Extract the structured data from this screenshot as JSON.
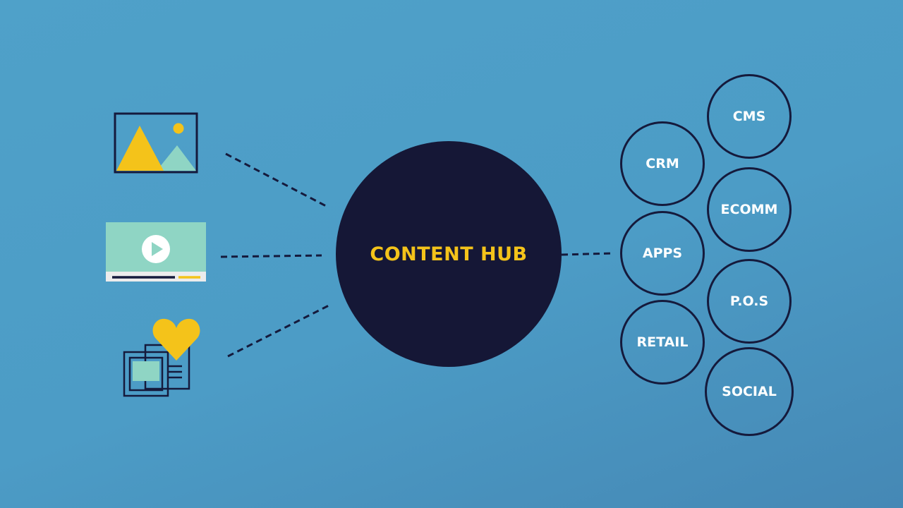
{
  "hub": {
    "label": "CONTENT HUB"
  },
  "inputs": [
    {
      "icon": "image-icon"
    },
    {
      "icon": "video-player-icon"
    },
    {
      "icon": "social-content-icon"
    }
  ],
  "channels": [
    {
      "label": "CMS"
    },
    {
      "label": "CRM"
    },
    {
      "label": "ECOMM"
    },
    {
      "label": "APPS"
    },
    {
      "label": "P.O.S"
    },
    {
      "label": "RETAIL"
    },
    {
      "label": "SOCIAL"
    }
  ],
  "colors": {
    "background": "#4c9cc6",
    "hub_fill": "#151736",
    "hub_text": "#f4c31a",
    "outline": "#151a3c",
    "accent_yellow": "#f4c31a",
    "accent_mint": "#8fd5c4",
    "node_text": "#ffffff"
  }
}
